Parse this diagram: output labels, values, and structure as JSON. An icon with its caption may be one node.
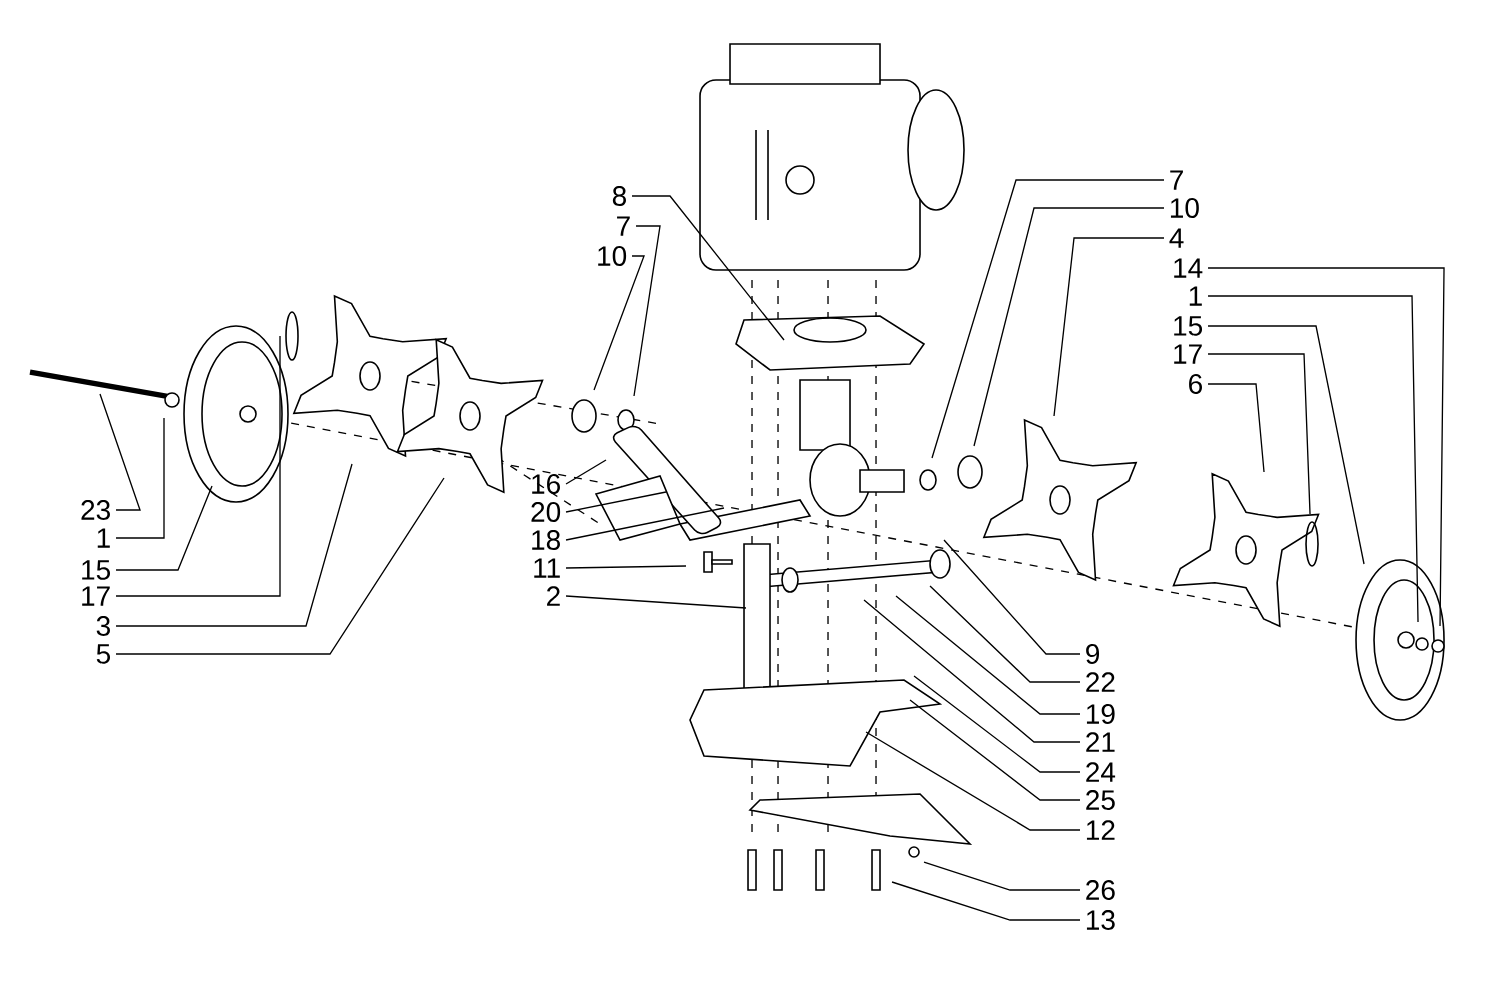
{
  "diagram": {
    "nodes": [
      {
        "text": [
          "8"
        ]
      },
      {
        "text": [
          "7"
        ]
      },
      {
        "text": [
          "10"
        ]
      },
      {
        "text": [
          "7"
        ]
      },
      {
        "text": [
          "10"
        ]
      },
      {
        "text": [
          "4"
        ]
      },
      {
        "text": [
          "14"
        ]
      },
      {
        "text": [
          "1"
        ]
      },
      {
        "text": [
          "15"
        ]
      },
      {
        "text": [
          "17"
        ]
      },
      {
        "text": [
          "6"
        ]
      },
      {
        "text": [
          "16"
        ]
      },
      {
        "text": [
          "20"
        ]
      },
      {
        "text": [
          "18"
        ]
      },
      {
        "text": [
          "11"
        ]
      },
      {
        "text": [
          "2"
        ]
      },
      {
        "text": [
          "23"
        ]
      },
      {
        "text": [
          "1"
        ]
      },
      {
        "text": [
          "15"
        ]
      },
      {
        "text": [
          "17"
        ]
      },
      {
        "text": [
          "3"
        ]
      },
      {
        "text": [
          "5"
        ]
      },
      {
        "text": [
          "9"
        ]
      },
      {
        "text": [
          "22"
        ]
      },
      {
        "text": [
          "19"
        ]
      },
      {
        "text": [
          "21"
        ]
      },
      {
        "text": [
          "24"
        ]
      },
      {
        "text": [
          "25"
        ]
      },
      {
        "text": [
          "12"
        ]
      },
      {
        "text": [
          "26"
        ]
      },
      {
        "text": [
          "13"
        ]
      }
    ],
    "edges": [
      {
        "from": 0,
        "to": null,
        "arrow": "none"
      },
      {
        "from": 1,
        "to": null,
        "arrow": "none"
      },
      {
        "from": 2,
        "to": null,
        "arrow": "none"
      },
      {
        "from": 3,
        "to": null,
        "arrow": "none"
      },
      {
        "from": 4,
        "to": null,
        "arrow": "none"
      },
      {
        "from": 5,
        "to": null,
        "arrow": "none"
      },
      {
        "from": 6,
        "to": null,
        "arrow": "none"
      },
      {
        "from": 7,
        "to": null,
        "arrow": "none"
      },
      {
        "from": 8,
        "to": null,
        "arrow": "none"
      },
      {
        "from": 9,
        "to": null,
        "arrow": "none"
      },
      {
        "from": 10,
        "to": null,
        "arrow": "none"
      },
      {
        "from": 11,
        "to": null,
        "arrow": "none"
      },
      {
        "from": 12,
        "to": null,
        "arrow": "none"
      },
      {
        "from": 13,
        "to": null,
        "arrow": "none"
      },
      {
        "from": 14,
        "to": null,
        "arrow": "none"
      },
      {
        "from": 15,
        "to": null,
        "arrow": "none"
      },
      {
        "from": 16,
        "to": null,
        "arrow": "none"
      },
      {
        "from": 17,
        "to": null,
        "arrow": "none"
      },
      {
        "from": 18,
        "to": null,
        "arrow": "none"
      },
      {
        "from": 19,
        "to": null,
        "arrow": "none"
      },
      {
        "from": 20,
        "to": null,
        "arrow": "none"
      },
      {
        "from": 21,
        "to": null,
        "arrow": "none"
      },
      {
        "from": 22,
        "to": null,
        "arrow": "none"
      },
      {
        "from": 23,
        "to": null,
        "arrow": "none"
      },
      {
        "from": 24,
        "to": null,
        "arrow": "none"
      },
      {
        "from": 25,
        "to": null,
        "arrow": "none"
      },
      {
        "from": 26,
        "to": null,
        "arrow": "none"
      },
      {
        "from": 27,
        "to": null,
        "arrow": "none"
      },
      {
        "from": 28,
        "to": null,
        "arrow": "none"
      },
      {
        "from": 29,
        "to": null,
        "arrow": "none"
      },
      {
        "from": 30,
        "to": null,
        "arrow": "none"
      }
    ]
  }
}
